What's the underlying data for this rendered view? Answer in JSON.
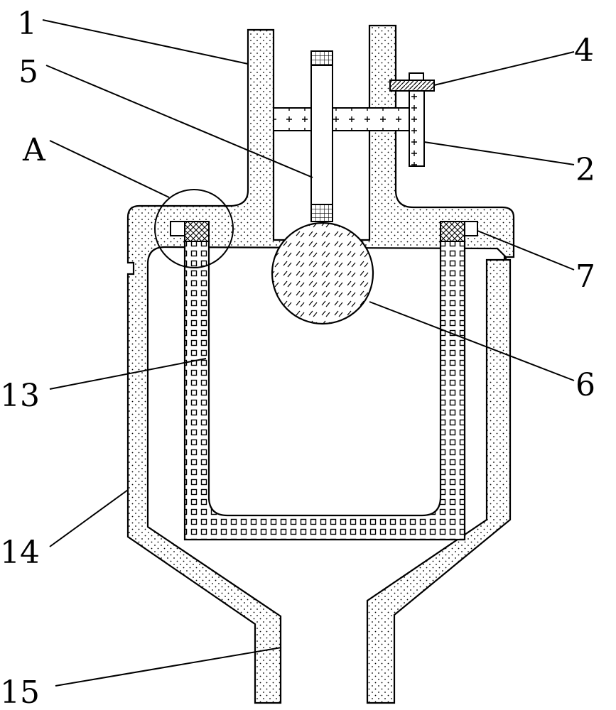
{
  "diagram": {
    "labels": [
      {
        "id": "label-1",
        "text": "1"
      },
      {
        "id": "label-5",
        "text": "5"
      },
      {
        "id": "label-a",
        "text": "A"
      },
      {
        "id": "label-13",
        "text": "13"
      },
      {
        "id": "label-14",
        "text": "14"
      },
      {
        "id": "label-15",
        "text": "15"
      },
      {
        "id": "label-4",
        "text": "4"
      },
      {
        "id": "label-2",
        "text": "2"
      },
      {
        "id": "label-7",
        "text": "7"
      },
      {
        "id": "label-6",
        "text": "6"
      }
    ]
  }
}
